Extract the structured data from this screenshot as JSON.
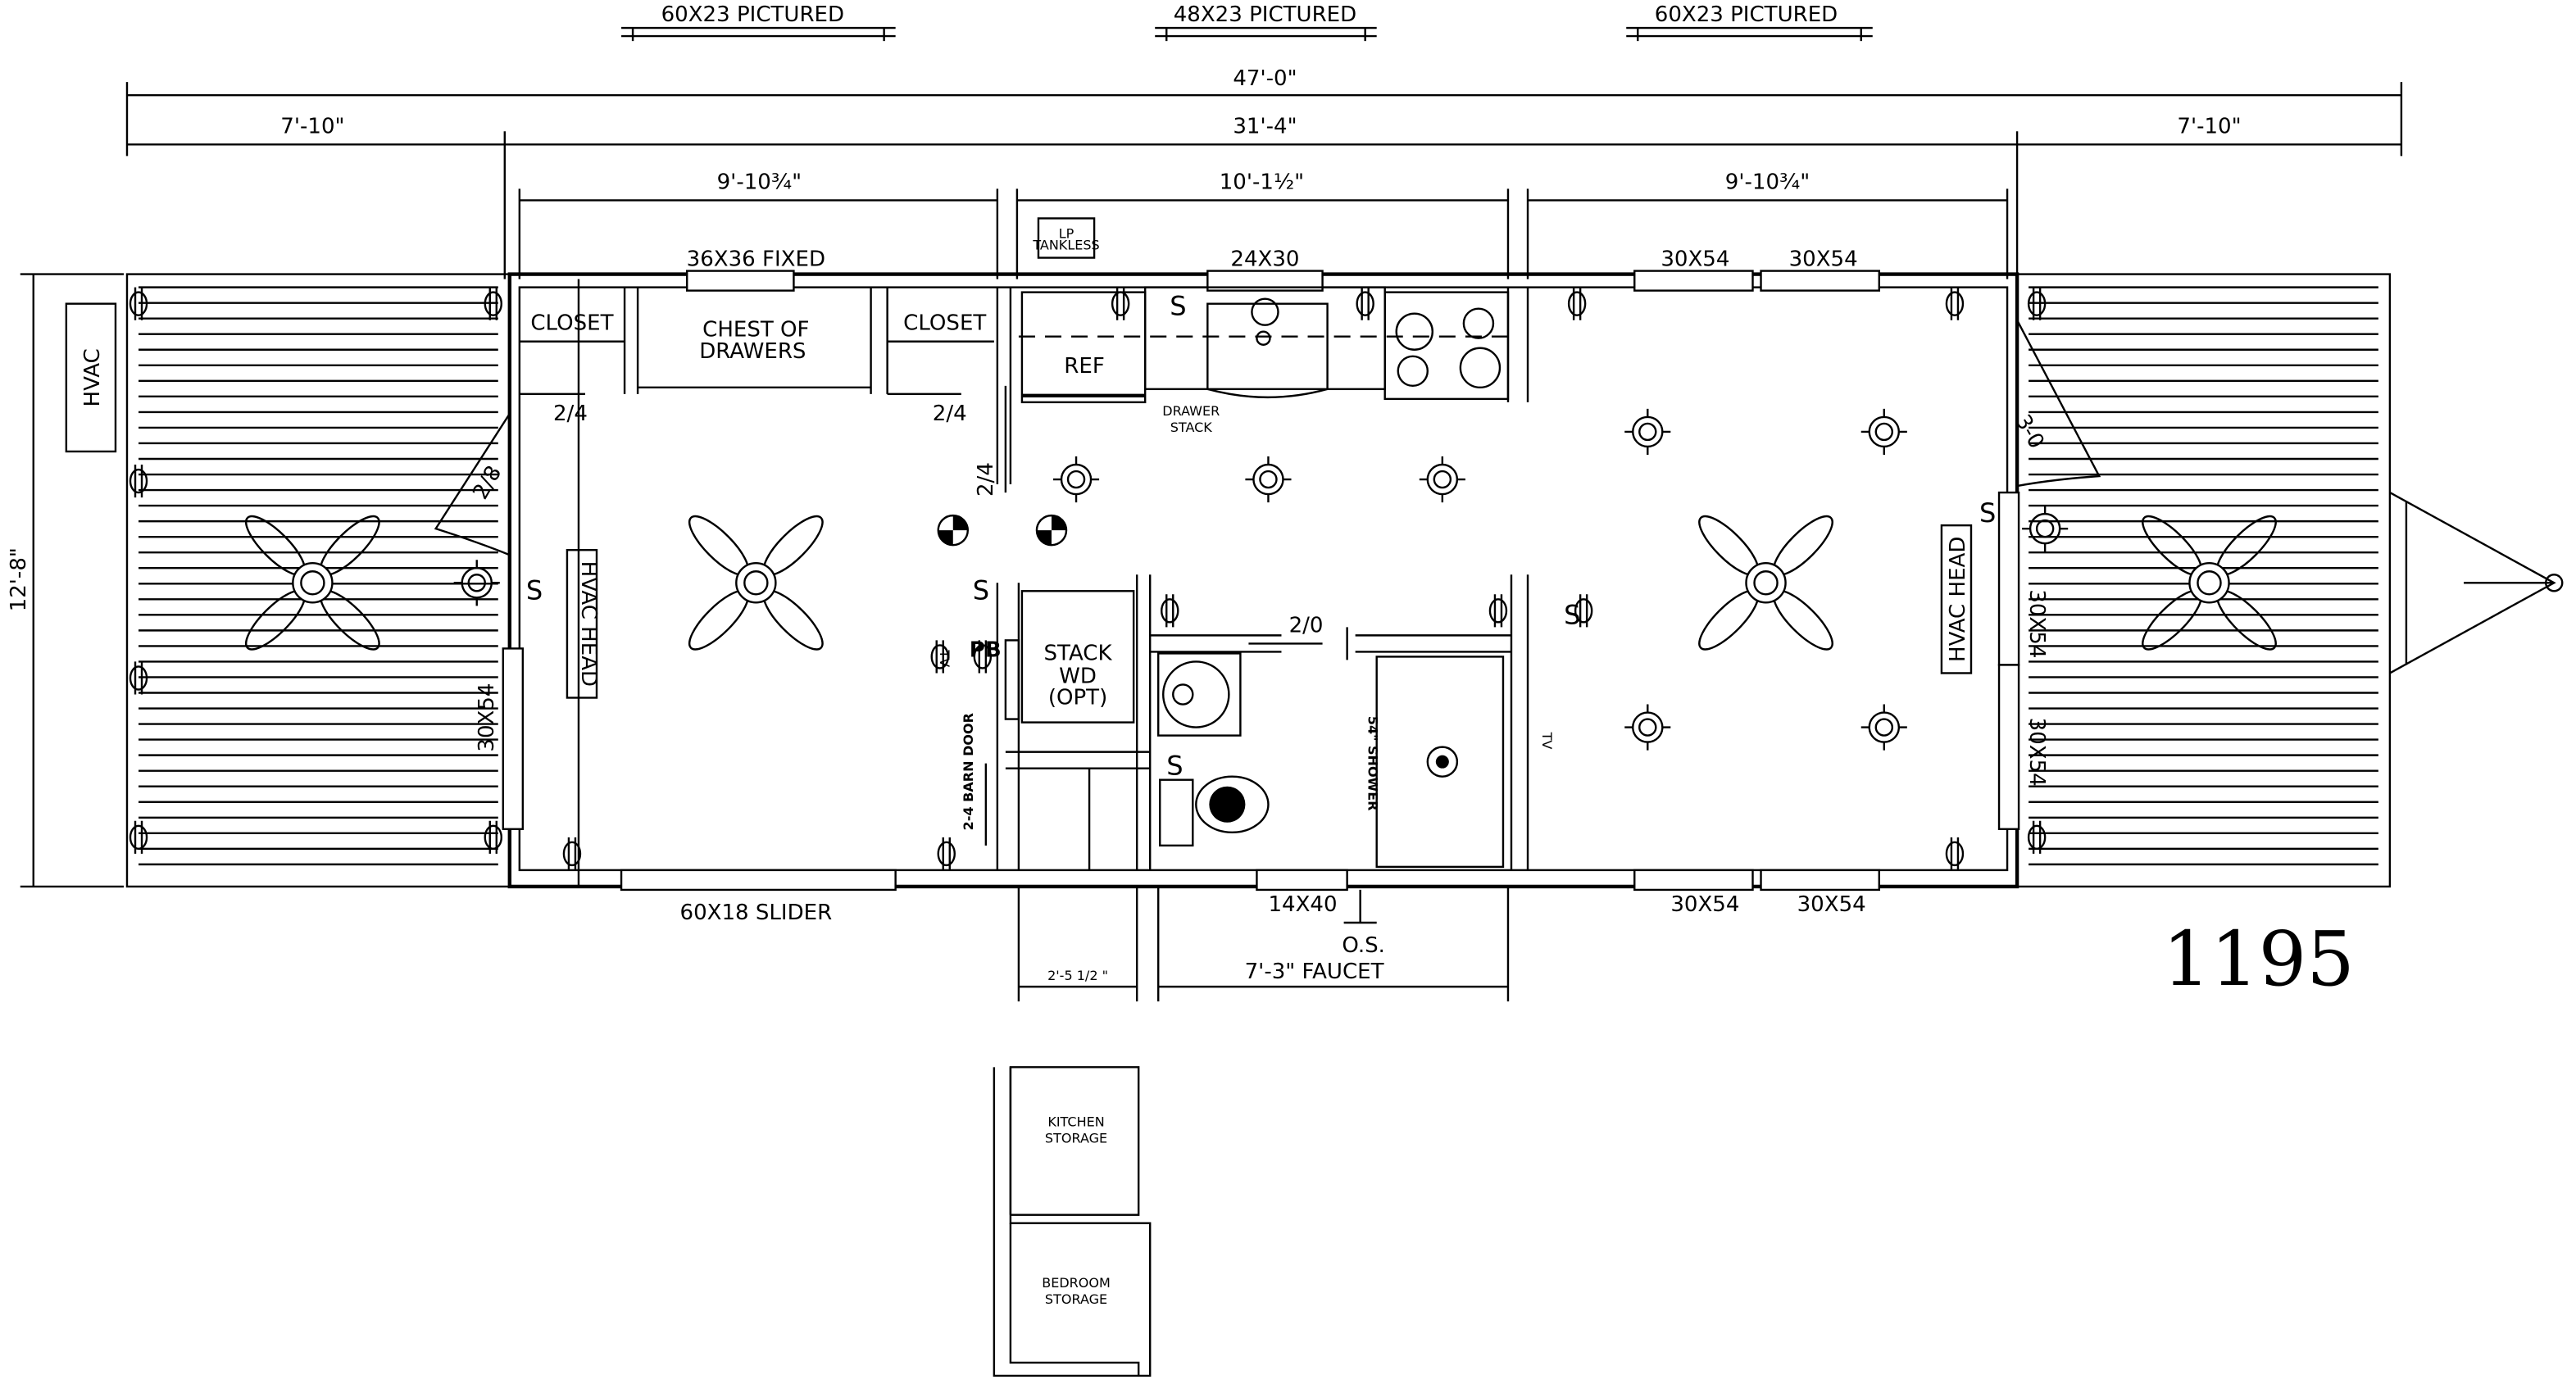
{
  "plan_number": "1195",
  "top_labels": [
    "60X23 PICTURED",
    "48X23 PICTURED",
    "60X23 PICTURED"
  ],
  "dimensions": {
    "overall": "47'-0\"",
    "left_porch": "7'-10\"",
    "body": "31'-4\"",
    "right_porch": "7'-10\"",
    "left_room": "9'-10¾\"",
    "middle_room": "10'-1½\"",
    "right_room": "9'-10¾\"",
    "width": "12'-8\"",
    "bath_hall": "2'-5 1/2 \"",
    "faucet": "7'-3\"  FAUCET"
  },
  "labels": {
    "hvac": "HVAC",
    "hvac_head_left": "HVAC HEAD",
    "hvac_head_right": "HVAC HEAD",
    "window_fixed": "36X36 FIXED",
    "window_kitchen": "24X30",
    "window_top_right_1": "30X54",
    "window_top_right_2": "30X54",
    "window_left": "30X54",
    "window_right_1": "30X54",
    "window_right_2": "30X54",
    "window_bottom_right_1": "30X54",
    "window_bottom_right_2": "30X54",
    "slider": "60X18 SLIDER",
    "bath_window": "14X40",
    "os_faucet": "O.S.",
    "closet_left": "CLOSET",
    "closet_right": "CLOSET",
    "chest_1": "CHEST OF",
    "chest_2": "DRAWERS",
    "ref": "REF",
    "lp_1": "LP",
    "lp_2": "TANKLESS",
    "drawer_1": "DRAWER",
    "drawer_2": "STACK",
    "door_closet_left": "2/4",
    "door_closet_right": "2/4",
    "door_bedroom": "2/4",
    "door_left_porch": "2/8",
    "door_right_porch": "3-0",
    "door_bath": "2/0",
    "stack_1": "STACK",
    "stack_2": "WD",
    "stack_3": "(OPT)",
    "pb": "PB",
    "tv": "TV",
    "barn_door": "2-4  BARN DOOR",
    "shower": "54\" SHOWER",
    "kitchen_storage_1": "KITCHEN",
    "kitchen_storage_2": "STORAGE",
    "bedroom_storage_1": "BEDROOM",
    "bedroom_storage_2": "STORAGE",
    "switch": "S"
  }
}
